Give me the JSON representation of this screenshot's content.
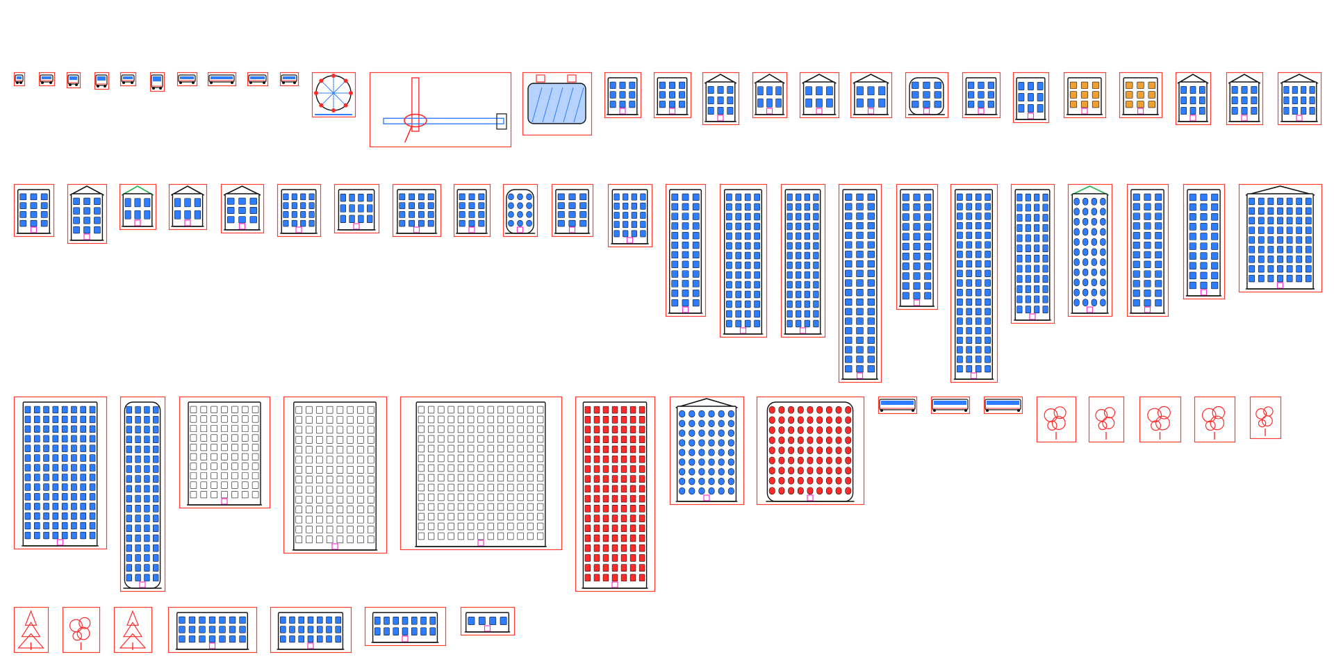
{
  "sheet": {
    "background": "#ffffff",
    "colors": {
      "frame": "#ff3b30",
      "outline": "#111111",
      "window": "#2f7dff",
      "accent_pink": "#ff33cc",
      "accent_green": "#1fb14a",
      "accent_orange": "#f0a030",
      "accent_red": "#ff2a2a"
    },
    "row1": [
      {
        "kind": "vehicle",
        "icon": "small-car-icon"
      },
      {
        "kind": "vehicle",
        "icon": "car-icon"
      },
      {
        "kind": "vehicle",
        "icon": "car-icon"
      },
      {
        "kind": "vehicle",
        "icon": "van-icon"
      },
      {
        "kind": "vehicle",
        "icon": "car-icon"
      },
      {
        "kind": "vehicle",
        "icon": "van-icon"
      },
      {
        "kind": "vehicle",
        "icon": "truck-icon"
      },
      {
        "kind": "vehicle",
        "icon": "bus-icon"
      },
      {
        "kind": "vehicle",
        "icon": "van-icon"
      },
      {
        "kind": "vehicle",
        "icon": "car-icon"
      },
      {
        "kind": "ferris-wheel",
        "icon": "ferris-wheel-icon"
      },
      {
        "kind": "crane",
        "icon": "crane-icon"
      },
      {
        "kind": "pool",
        "icon": "pool-icon"
      },
      {
        "kind": "building",
        "icon": "shop-icon"
      },
      {
        "kind": "building",
        "icon": "shop-icon"
      },
      {
        "kind": "building",
        "icon": "townhouse-icon"
      },
      {
        "kind": "building",
        "icon": "townhouse-icon"
      },
      {
        "kind": "building",
        "icon": "house-icon"
      },
      {
        "kind": "building",
        "icon": "house-icon"
      },
      {
        "kind": "building",
        "icon": "round-tower-icon"
      },
      {
        "kind": "building",
        "icon": "octagon-tower-icon"
      },
      {
        "kind": "building",
        "icon": "octagon-tower-icon"
      },
      {
        "kind": "building",
        "icon": "awning-shop-icon"
      },
      {
        "kind": "building",
        "icon": "awning-shop-icon"
      },
      {
        "kind": "building",
        "icon": "townhouse-icon"
      },
      {
        "kind": "building",
        "icon": "townhouse-icon"
      },
      {
        "kind": "building",
        "icon": "townhouse-icon"
      }
    ],
    "row2": [
      {
        "kind": "building",
        "icon": "shop-icon"
      },
      {
        "kind": "building",
        "icon": "gable-house-icon"
      },
      {
        "kind": "building",
        "icon": "cottage-icon"
      },
      {
        "kind": "building",
        "icon": "house-icon"
      },
      {
        "kind": "building",
        "icon": "townhouse-icon"
      },
      {
        "kind": "building",
        "icon": "clinic-icon"
      },
      {
        "kind": "building",
        "icon": "low-shop-icon"
      },
      {
        "kind": "building",
        "icon": "clinic-icon"
      },
      {
        "kind": "building",
        "icon": "tower-icon"
      },
      {
        "kind": "building",
        "icon": "arched-tower-icon"
      },
      {
        "kind": "building",
        "icon": "terrace-icon"
      },
      {
        "kind": "building",
        "icon": "slanted-tower-icon"
      },
      {
        "kind": "building",
        "icon": "skyscraper-icon"
      },
      {
        "kind": "building",
        "icon": "l-tower-icon"
      },
      {
        "kind": "building",
        "icon": "office-block-icon"
      },
      {
        "kind": "building",
        "icon": "spire-tower-icon"
      },
      {
        "kind": "building",
        "icon": "office-block-icon"
      },
      {
        "kind": "building",
        "icon": "skyscraper-icon"
      },
      {
        "kind": "building",
        "icon": "twin-spire-icon"
      },
      {
        "kind": "building",
        "icon": "church-icon"
      },
      {
        "kind": "building",
        "icon": "striped-tower-icon"
      },
      {
        "kind": "building",
        "icon": "clock-tower-icon"
      },
      {
        "kind": "building",
        "icon": "warehouse-icon"
      }
    ],
    "row3": [
      {
        "kind": "building",
        "icon": "mall-icon"
      },
      {
        "kind": "building",
        "icon": "cylinder-tower-icon"
      },
      {
        "kind": "building",
        "icon": "parking-garage-icon"
      },
      {
        "kind": "building",
        "icon": "curved-office-icon"
      },
      {
        "kind": "building",
        "icon": "stadium-icon"
      },
      {
        "kind": "building",
        "icon": "slab-tower-icon"
      },
      {
        "kind": "building",
        "icon": "chateau-icon"
      },
      {
        "kind": "building",
        "icon": "dome-hall-icon"
      },
      {
        "kind": "vehicle",
        "icon": "tram-icon"
      },
      {
        "kind": "vehicle",
        "icon": "train-car-icon"
      },
      {
        "kind": "vehicle",
        "icon": "locomotive-icon"
      },
      {
        "kind": "tree",
        "icon": "tree-cluster-icon"
      },
      {
        "kind": "tree",
        "icon": "tree-cluster-icon"
      },
      {
        "kind": "tree",
        "icon": "tree-cluster-icon"
      },
      {
        "kind": "tree",
        "icon": "tree-cluster-icon"
      },
      {
        "kind": "tree",
        "icon": "small-tree-icon"
      }
    ],
    "row4": [
      {
        "kind": "tree",
        "icon": "pine-tree-icon"
      },
      {
        "kind": "prop",
        "icon": "bush-icon"
      },
      {
        "kind": "tree",
        "icon": "pine-tree-icon"
      },
      {
        "kind": "building",
        "icon": "gas-station-icon"
      },
      {
        "kind": "building",
        "icon": "ticket-booth-icon"
      },
      {
        "kind": "building",
        "icon": "bus-shelter-icon"
      },
      {
        "kind": "building",
        "icon": "kiosk-icon"
      }
    ]
  }
}
